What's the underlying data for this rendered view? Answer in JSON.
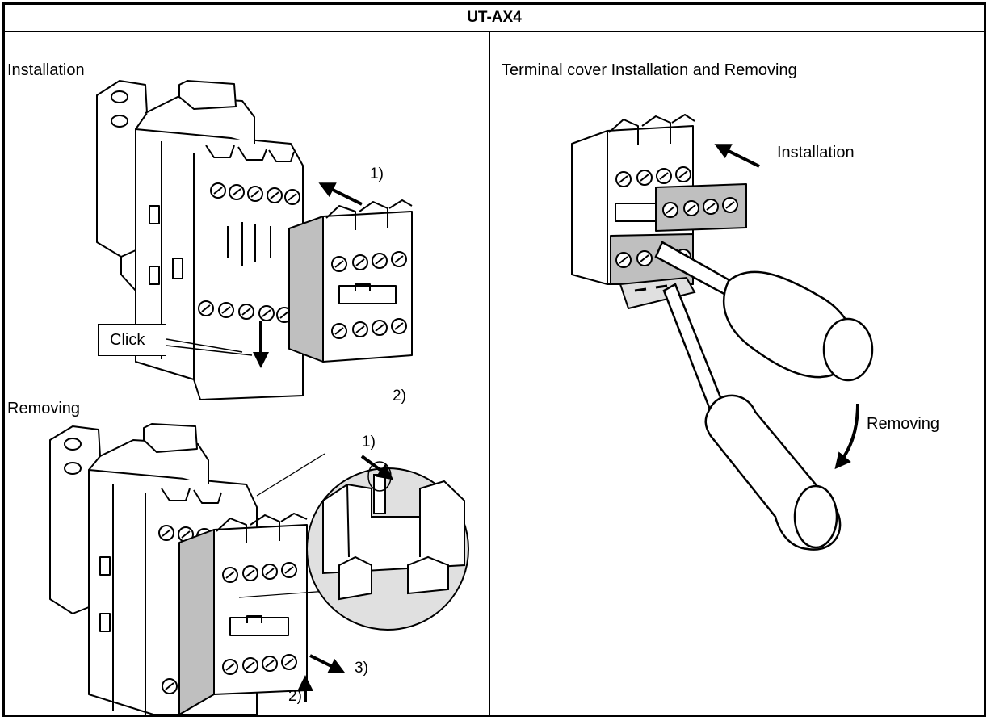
{
  "header": {
    "title": "UT-AX4"
  },
  "left": {
    "installation": {
      "heading": "Installation",
      "step1": "1)",
      "step2": "2)",
      "click_label": "Click"
    },
    "removing": {
      "heading": "Removing",
      "step1": "1)",
      "step2": "2)",
      "step3": "3)"
    }
  },
  "right": {
    "heading": "Terminal cover Installation and Removing",
    "installation_label": "Installation",
    "removing_label": "Removing"
  },
  "colors": {
    "line": "#000000",
    "gray_face": "#bfbfbf",
    "light_gray": "#e0e0e0",
    "background": "#ffffff"
  }
}
